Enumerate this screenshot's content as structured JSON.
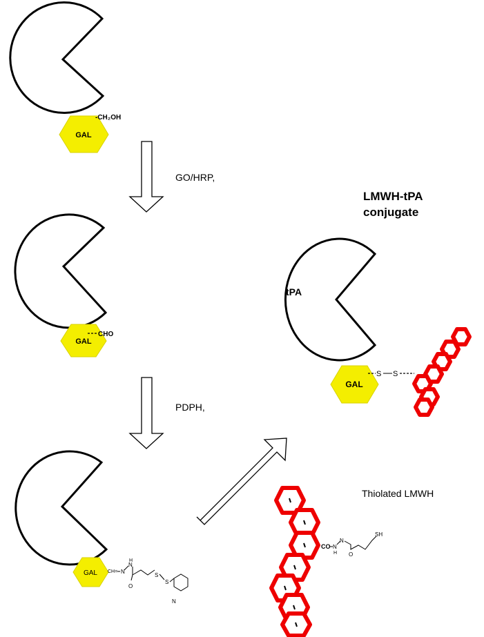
{
  "labels": {
    "gal": "GAL",
    "ch2oh": "-CH₂OH",
    "cho": "CHO",
    "step1_reagent": "GO/HRP,",
    "step2_reagent": "PDPH,",
    "conjugate_title_line1": "LMWH-tPA",
    "conjugate_title_line2": "conjugate",
    "tpa": "tPA",
    "disulfide_s1": "S",
    "disulfide_s2": "S",
    "thiolated_lmwh": "Thiolated LMWH",
    "hydrazone_ch": "CH=",
    "hydrazone_n1": "N",
    "hydrazone_n2": "N",
    "hydrazone_h": "H",
    "linker_o": "O",
    "linker_s1": "S",
    "linker_s2": "S",
    "pyridine_n": "N",
    "co": "CO",
    "lmwh_n1": "N",
    "lmwh_n2": "N",
    "lmwh_h": "H",
    "lmwh_o": "O",
    "sh": "SH"
  },
  "colors": {
    "gal_fill": "#f4ee00",
    "lmwh_ring": "#ee0000",
    "outline": "#000000"
  }
}
